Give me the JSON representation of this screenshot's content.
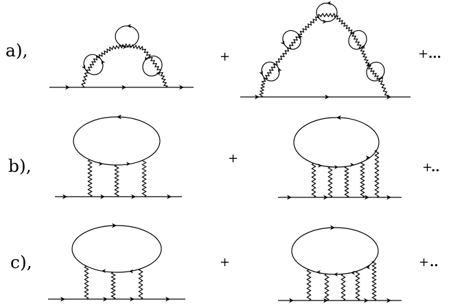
{
  "rows": {
    "a": {
      "label": "a),",
      "plus": [
        "+",
        "+"
      ],
      "ellipsis": "..."
    },
    "b": {
      "label": "b),",
      "plus": [
        "+",
        "+"
      ],
      "ellipsis": ".."
    },
    "c": {
      "label": "c),",
      "plus": [
        "+",
        "+"
      ],
      "ellipsis": ".."
    }
  },
  "diagrams": [
    {
      "row": "a",
      "type": "chain-of-bubbles",
      "bubbles": 3
    },
    {
      "row": "a",
      "type": "chain-of-bubbles",
      "bubbles": 5
    },
    {
      "row": "b",
      "type": "ladder",
      "rungs": 3,
      "loop_arrow": "left"
    },
    {
      "row": "b",
      "type": "ladder",
      "rungs": 5,
      "loop_arrow": "left"
    },
    {
      "row": "c",
      "type": "ladder",
      "rungs": 3,
      "loop_arrow": "right"
    },
    {
      "row": "c",
      "type": "ladder",
      "rungs": 5,
      "loop_arrow": "right"
    }
  ]
}
